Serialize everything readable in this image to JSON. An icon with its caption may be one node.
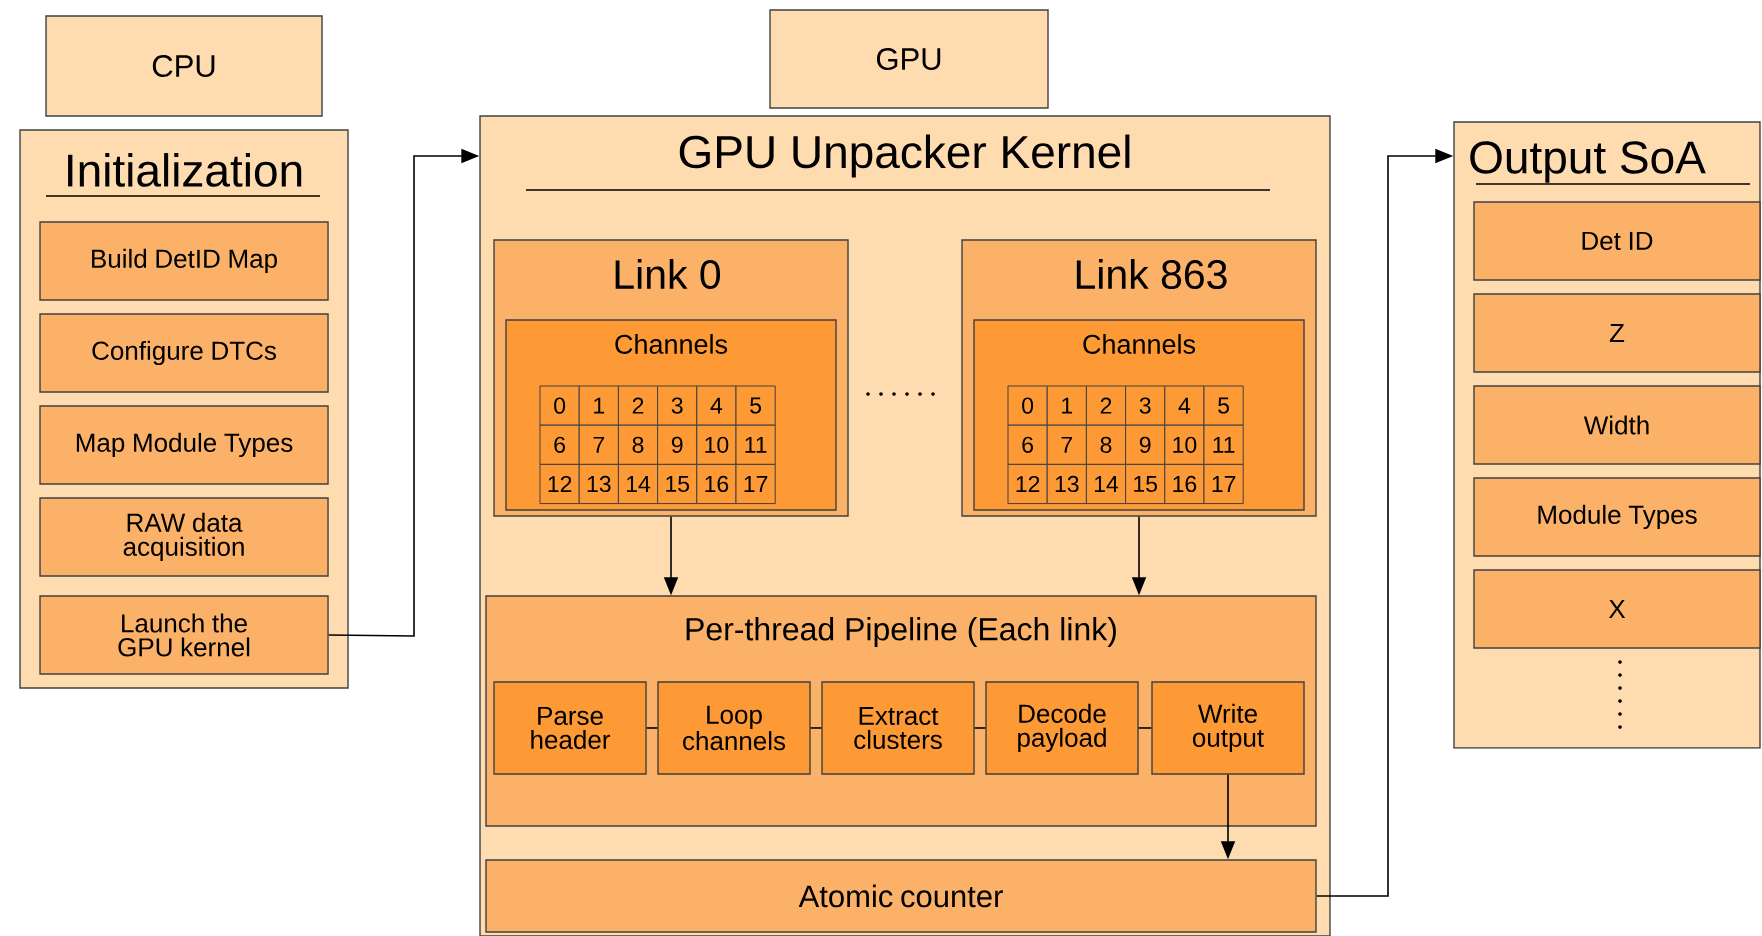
{
  "diagram": {
    "nodes": [
      {
        "text": [
          "CPU"
        ]
      },
      {
        "text": [
          "Initialization"
        ]
      },
      {
        "text": [
          "Build DetID Map"
        ],
        "in": 1
      },
      {
        "text": [
          "Configure DTCs"
        ],
        "in": 1
      },
      {
        "text": [
          "Map Module Types"
        ],
        "in": 1
      },
      {
        "text": [
          "RAW data acquisition"
        ],
        "in": 1
      },
      {
        "text": [
          "Launch the GPU kernel"
        ],
        "in": 1
      },
      {
        "text": [
          "GPU"
        ]
      },
      {
        "text": [
          "GPU Unpacker Kernel"
        ]
      },
      {
        "text": [
          "Link 0"
        ],
        "in": 8
      },
      {
        "text": [
          "Channels"
        ],
        "in": 9
      },
      {
        "text": [
          "0"
        ],
        "in": 10
      },
      {
        "text": [
          "1"
        ],
        "in": 10
      },
      {
        "text": [
          "2"
        ],
        "in": 10
      },
      {
        "text": [
          "3"
        ],
        "in": 10
      },
      {
        "text": [
          "4"
        ],
        "in": 10
      },
      {
        "text": [
          "5"
        ],
        "in": 10
      },
      {
        "text": [
          "6"
        ],
        "in": 10
      },
      {
        "text": [
          "7"
        ],
        "in": 10
      },
      {
        "text": [
          "8"
        ],
        "in": 10
      },
      {
        "text": [
          "9"
        ],
        "in": 10
      },
      {
        "text": [
          "10"
        ],
        "in": 10
      },
      {
        "text": [
          "11"
        ],
        "in": 10
      },
      {
        "text": [
          "12"
        ],
        "in": 10
      },
      {
        "text": [
          "13"
        ],
        "in": 10
      },
      {
        "text": [
          "14"
        ],
        "in": 10
      },
      {
        "text": [
          "15"
        ],
        "in": 10
      },
      {
        "text": [
          "16"
        ],
        "in": 10
      },
      {
        "text": [
          "17"
        ],
        "in": 10
      },
      {
        "text": [
          "Link 863"
        ],
        "in": 8
      },
      {
        "text": [
          "Channels"
        ],
        "in": 29
      },
      {
        "text": [
          "0"
        ],
        "in": 30
      },
      {
        "text": [
          "1"
        ],
        "in": 30
      },
      {
        "text": [
          "2"
        ],
        "in": 30
      },
      {
        "text": [
          "3"
        ],
        "in": 30
      },
      {
        "text": [
          "4"
        ],
        "in": 30
      },
      {
        "text": [
          "5"
        ],
        "in": 30
      },
      {
        "text": [
          "6"
        ],
        "in": 30
      },
      {
        "text": [
          "7"
        ],
        "in": 30
      },
      {
        "text": [
          "8"
        ],
        "in": 30
      },
      {
        "text": [
          "9"
        ],
        "in": 30
      },
      {
        "text": [
          "10"
        ],
        "in": 30
      },
      {
        "text": [
          "11"
        ],
        "in": 30
      },
      {
        "text": [
          "12"
        ],
        "in": 30
      },
      {
        "text": [
          "13"
        ],
        "in": 30
      },
      {
        "text": [
          "14"
        ],
        "in": 30
      },
      {
        "text": [
          "15"
        ],
        "in": 30
      },
      {
        "text": [
          "16"
        ],
        "in": 30
      },
      {
        "text": [
          "17"
        ],
        "in": 30
      },
      {
        "text": [
          "Per-thread Pipeline (Each link)"
        ],
        "in": 8
      },
      {
        "text": [
          "Parse header"
        ],
        "in": 49
      },
      {
        "text": [
          "Loop channels"
        ],
        "in": 49
      },
      {
        "text": [
          "Extract clusters"
        ],
        "in": 49
      },
      {
        "text": [
          "Decode payload"
        ],
        "in": 49
      },
      {
        "text": [
          "Write output"
        ],
        "in": 49
      },
      {
        "text": [
          "Atomic counter"
        ],
        "in": 8
      },
      {
        "text": [
          "Output SoA"
        ]
      },
      {
        "text": [
          "Det ID"
        ],
        "in": 56
      },
      {
        "text": [
          "Z"
        ],
        "in": 56
      },
      {
        "text": [
          "Width"
        ],
        "in": 56
      },
      {
        "text": [
          "Module Types"
        ],
        "in": 56
      },
      {
        "text": [
          "X"
        ],
        "in": 56
      }
    ],
    "edges": [
      {
        "from": 6,
        "to": 8,
        "arrow": "to"
      },
      {
        "from": 9,
        "to": 49,
        "arrow": "to"
      },
      {
        "from": 29,
        "to": 49,
        "arrow": "to"
      },
      {
        "from": 50,
        "to": 51,
        "arrow": "none"
      },
      {
        "from": 51,
        "to": 52,
        "arrow": "none"
      },
      {
        "from": 52,
        "to": 53,
        "arrow": "none"
      },
      {
        "from": 53,
        "to": 54,
        "arrow": "none"
      },
      {
        "from": 54,
        "to": 55,
        "arrow": "to"
      },
      {
        "from": 55,
        "to": 56,
        "arrow": "to"
      }
    ]
  }
}
